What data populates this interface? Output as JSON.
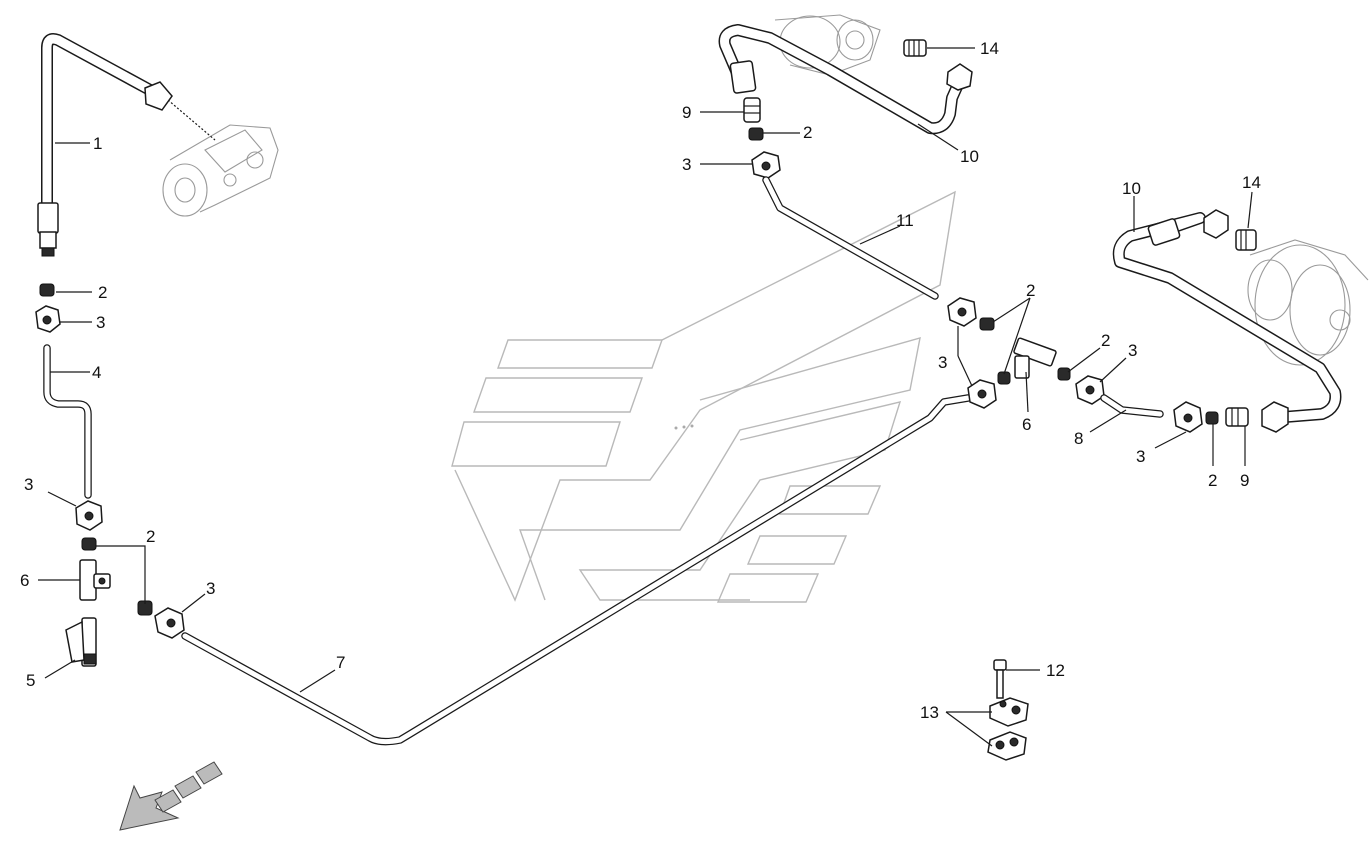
{
  "labels": {
    "l1": "1",
    "l2a": "2",
    "l2b": "2",
    "l2c": "2",
    "l2d": "2",
    "l2e": "2",
    "l2f": "2",
    "l3a": "3",
    "l3b": "3",
    "l3c": "3",
    "l3d": "3",
    "l3e": "3",
    "l3f": "3",
    "l3g": "3",
    "l4": "4",
    "l5": "5",
    "l6a": "6",
    "l6b": "6",
    "l7": "7",
    "l8": "8",
    "l9a": "9",
    "l9b": "9",
    "l10a": "10",
    "l10b": "10",
    "l11": "11",
    "l12": "12",
    "l13": "13",
    "l14a": "14",
    "l14b": "14"
  },
  "colors": {
    "line": "#1a1a1a",
    "watermark": "#b9b9b9",
    "background": "#ffffff"
  },
  "icons": {
    "direction_arrow": "arrow-down-left-icon"
  }
}
